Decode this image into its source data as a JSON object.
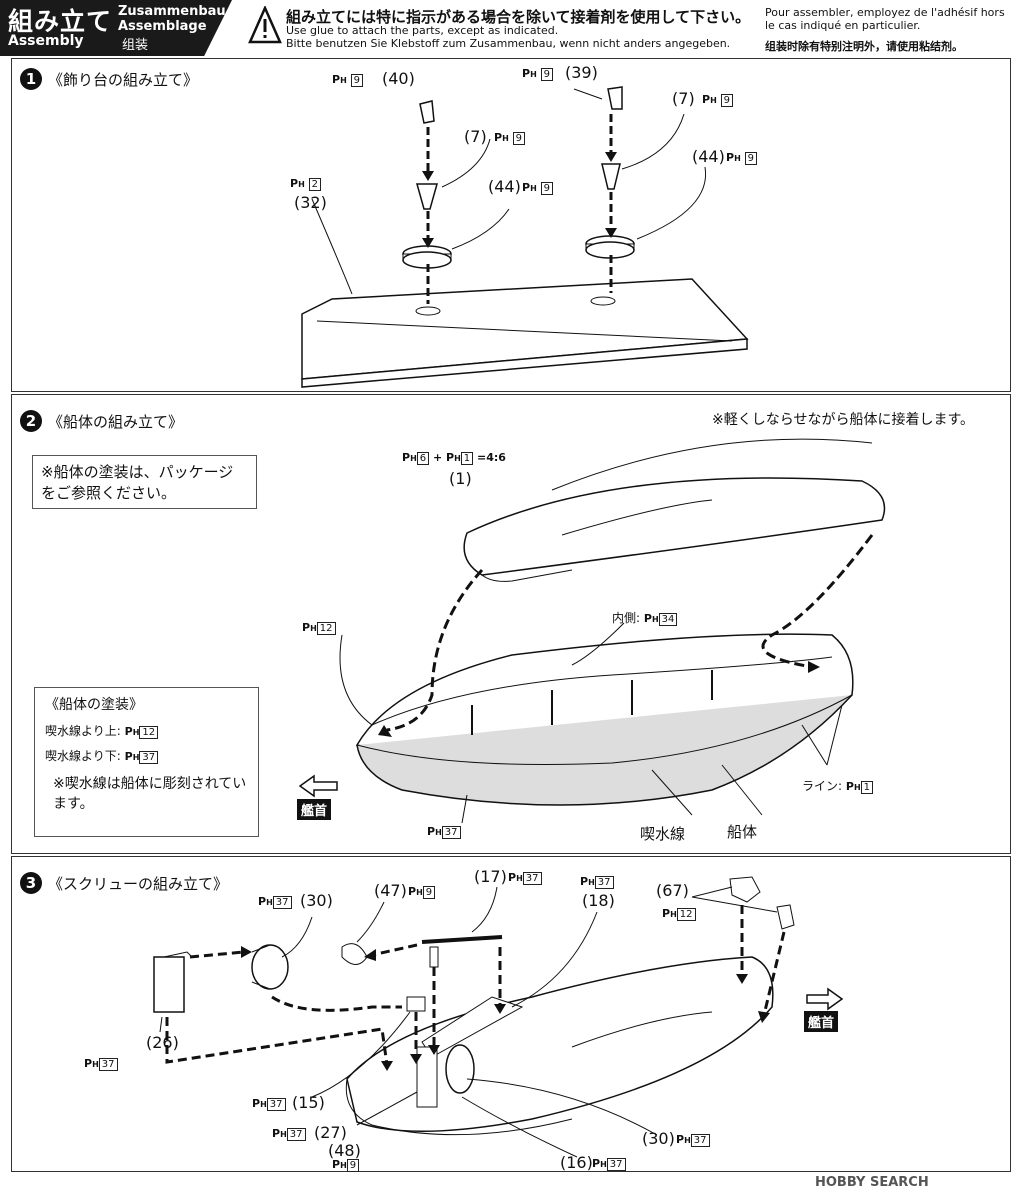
{
  "header": {
    "title_jp": "組み立て",
    "title_en": "Assembly",
    "title_de": "Zusammenbau",
    "title_fr": "Assemblage",
    "title_cn": "组装",
    "note_jp": "組み立てには特に指示がある場合を除いて接着剤を使用して下さい。",
    "note_en": "Use glue to attach the parts, except as indicated.",
    "note_de": "Bitte benutzen Sie Klebstoff zum Zusammenbau, wenn nicht anders angegeben.",
    "note_fr": "Pour assembler, employez de l'adhésif hors le cas indiqué en particulier.",
    "note_cn": "组装时除有特别注明外，请使用粘结剂。"
  },
  "step1": {
    "num": "1",
    "title": "《飾り台の組み立て》",
    "labels": {
      "p40": "40",
      "p39": "39",
      "p7a": "7",
      "p7b": "7",
      "p44a": "44",
      "p44b": "44",
      "p32": "32",
      "c9": "9",
      "c2": "2"
    }
  },
  "step2": {
    "num": "2",
    "title": "《船体の組み立て》",
    "paint_note": "※船体の塗装は、パッケージをご参照ください。",
    "glue_note": "※軽くしならせながら船体に接着します。",
    "mix": "=4:6",
    "c6": "6",
    "c1": "1",
    "c12": "12",
    "c34": "34",
    "c37": "37",
    "part1": "1",
    "inner": "内側:",
    "line": "ライン:",
    "bow": "艦首",
    "waterline": "喫水線",
    "hull": "船体",
    "paint_box": {
      "title": "《船体の塗装》",
      "above": "喫水線より上:",
      "below": "喫水線より下:",
      "note": "※喫水線は船体に彫刻されています。"
    }
  },
  "step3": {
    "num": "3",
    "title": "《スクリューの組み立て》",
    "parts": [
      "30",
      "47",
      "17",
      "18",
      "67",
      "26",
      "15",
      "27",
      "48",
      "16",
      "30"
    ],
    "bow": "艦首",
    "c37": "37",
    "c9": "9",
    "c12": "12"
  },
  "ph": {
    "p": "P",
    "h": "H"
  },
  "logo": "HOBBY SEARCH"
}
